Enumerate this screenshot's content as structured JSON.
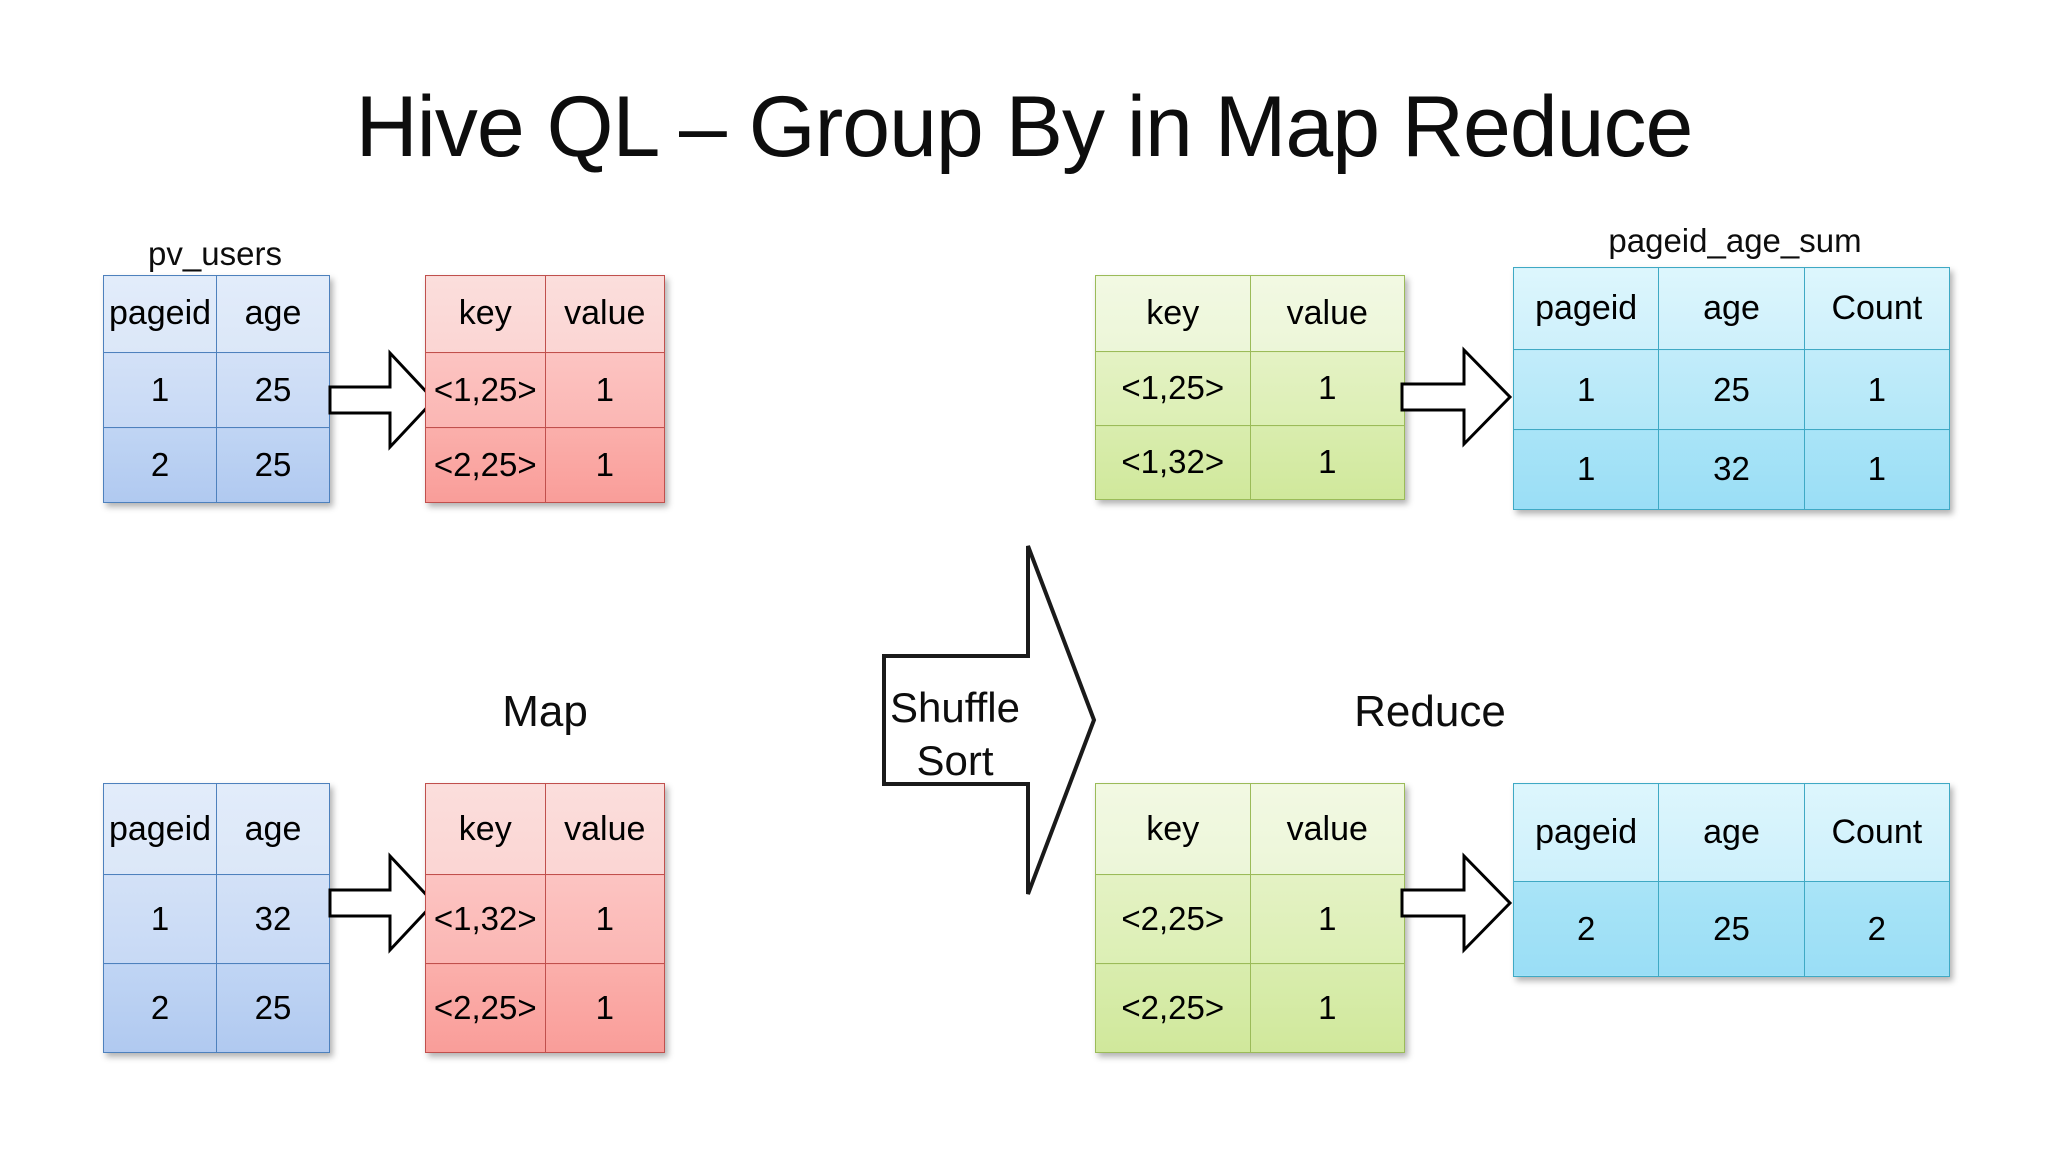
{
  "title": "Hive QL – Group By in Map Reduce",
  "stages": {
    "map_label": "Map",
    "shuffle_line1": "Shuffle",
    "shuffle_line2": "Sort",
    "reduce_label": "Reduce"
  },
  "captions": {
    "input": "pv_users",
    "output": "pageid_age_sum"
  },
  "tables": {
    "input_top": {
      "name": "pv_users",
      "headers": [
        "pageid",
        "age"
      ],
      "rows": [
        [
          "1",
          "25"
        ],
        [
          "2",
          "25"
        ]
      ]
    },
    "input_bottom": {
      "name": "pv_users",
      "headers": [
        "pageid",
        "age"
      ],
      "rows": [
        [
          "1",
          "32"
        ],
        [
          "2",
          "25"
        ]
      ]
    },
    "map_top": {
      "headers": [
        "key",
        "value"
      ],
      "rows": [
        [
          "<1,25>",
          "1"
        ],
        [
          "<2,25>",
          "1"
        ]
      ]
    },
    "map_bottom": {
      "headers": [
        "key",
        "value"
      ],
      "rows": [
        [
          "<1,32>",
          "1"
        ],
        [
          "<2,25>",
          "1"
        ]
      ]
    },
    "shuffle_top": {
      "headers": [
        "key",
        "value"
      ],
      "rows": [
        [
          "<1,25>",
          "1"
        ],
        [
          "<1,32>",
          "1"
        ]
      ]
    },
    "shuffle_bottom": {
      "headers": [
        "key",
        "value"
      ],
      "rows": [
        [
          "<2,25>",
          "1"
        ],
        [
          "<2,25>",
          "1"
        ]
      ]
    },
    "reduce_top": {
      "name": "pageid_age_sum",
      "headers": [
        "pageid",
        "age",
        "Count"
      ],
      "rows": [
        [
          "1",
          "25",
          "1"
        ],
        [
          "1",
          "32",
          "1"
        ]
      ]
    },
    "reduce_bottom": {
      "name": "pageid_age_sum",
      "headers": [
        "pageid",
        "age",
        "Count"
      ],
      "rows": [
        [
          "2",
          "25",
          "2"
        ]
      ]
    }
  },
  "colors": {
    "blue_border": "#4e81bd",
    "red_border": "#c0504d",
    "green_border": "#9bbb59",
    "cyan_border": "#3fa9c4",
    "arrow_stroke": "#000000",
    "background": "#ffffff",
    "text": "#0d0d0d"
  }
}
